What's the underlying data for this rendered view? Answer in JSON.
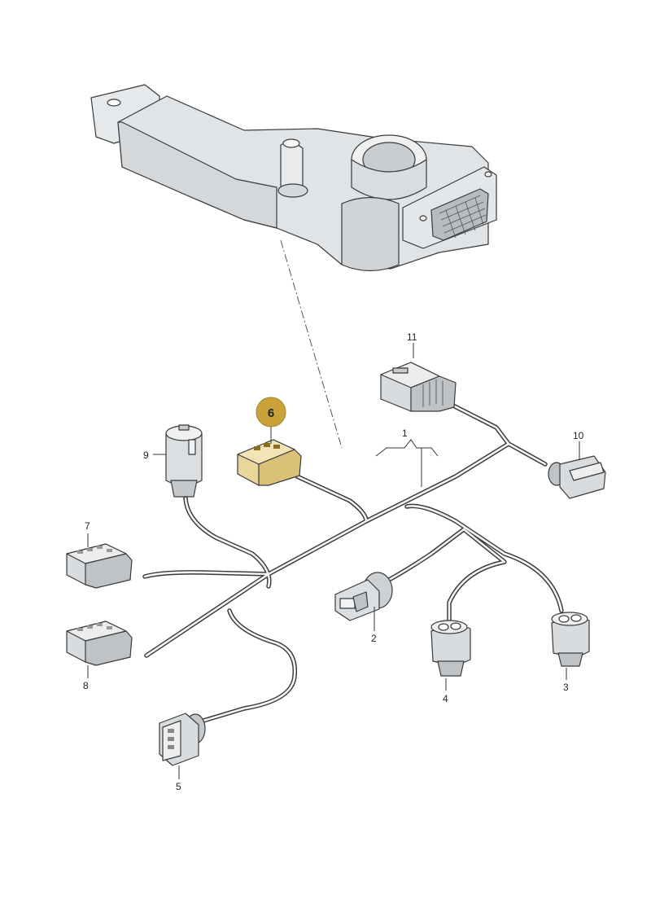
{
  "callouts": [
    {
      "id": "1",
      "label": "1"
    },
    {
      "id": "2",
      "label": "2"
    },
    {
      "id": "3",
      "label": "3"
    },
    {
      "id": "4",
      "label": "4"
    },
    {
      "id": "5",
      "label": "5"
    },
    {
      "id": "6",
      "label": "6",
      "highlighted": true
    },
    {
      "id": "7",
      "label": "7"
    },
    {
      "id": "8",
      "label": "8"
    },
    {
      "id": "9",
      "label": "9"
    },
    {
      "id": "10",
      "label": "10"
    },
    {
      "id": "11",
      "label": "11"
    }
  ],
  "colors": {
    "highlight": "#c9a23a",
    "highlight_fill": "#e8d69a",
    "housing": "#e3e6e8",
    "connector": "#d9dcde",
    "line": "#3a3a3a"
  }
}
